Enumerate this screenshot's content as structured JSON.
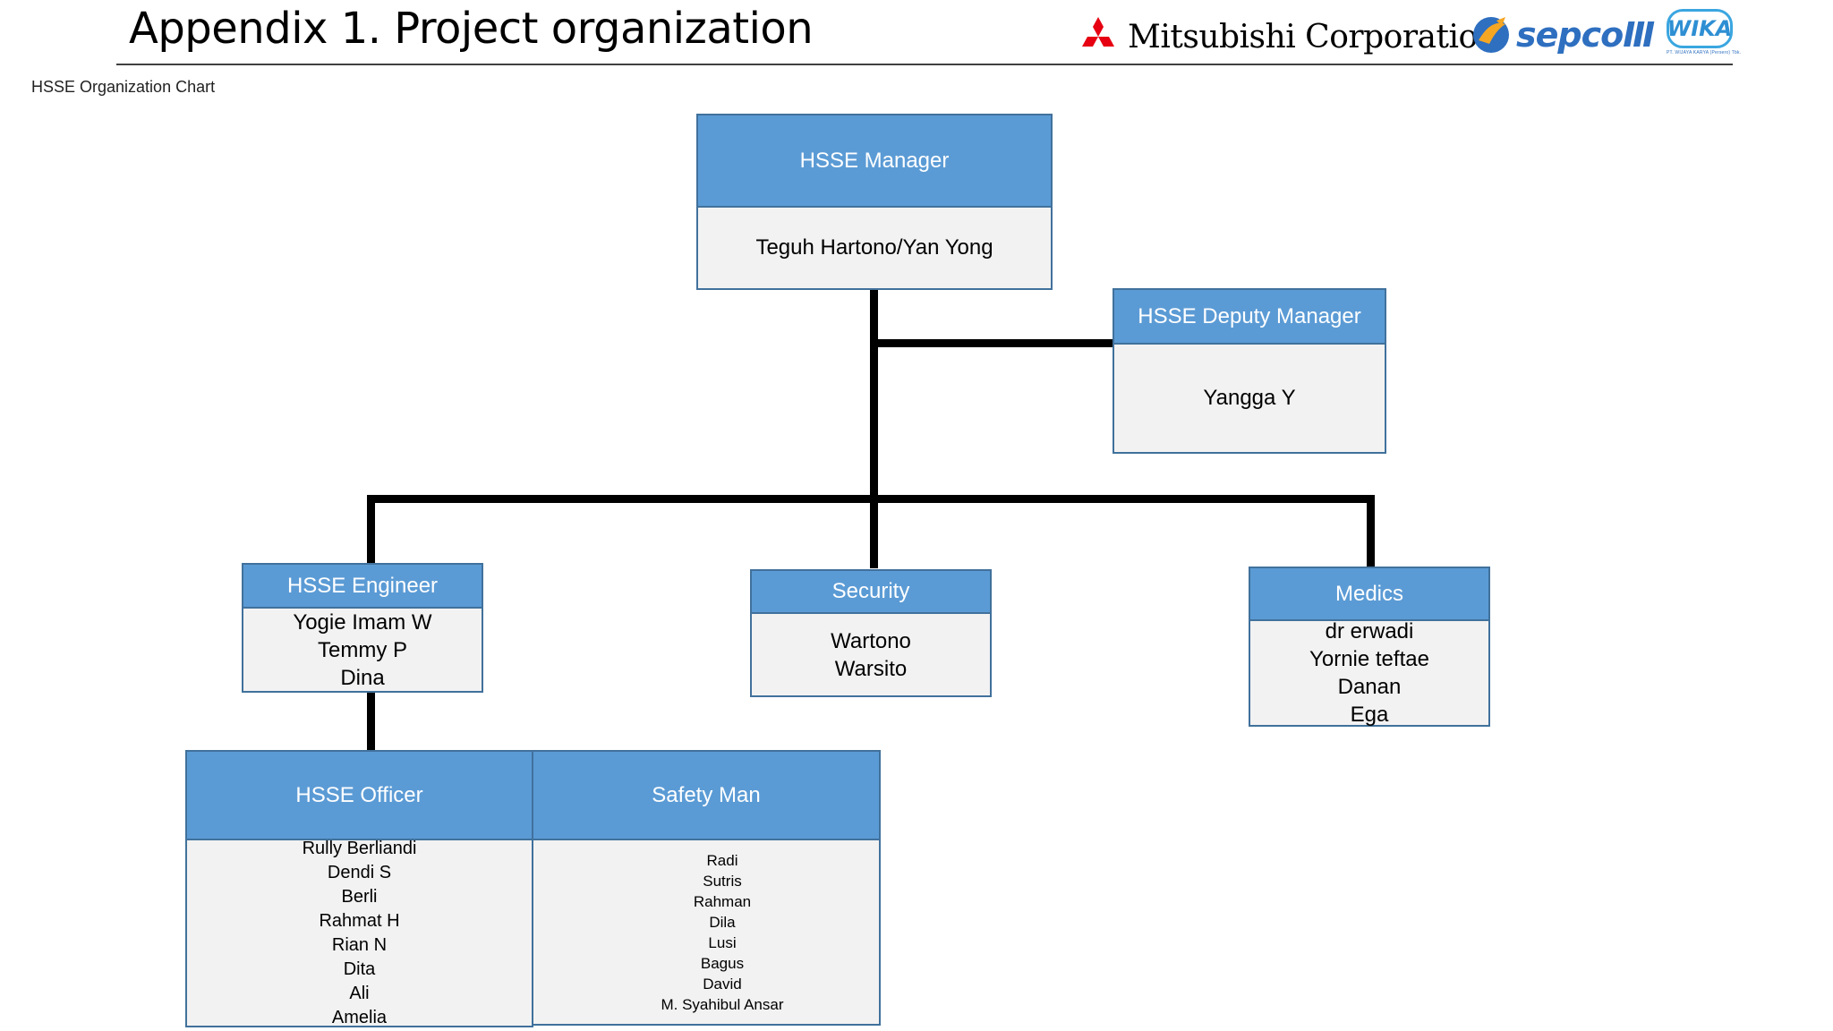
{
  "slide": {
    "title": "Appendix 1. Project organization",
    "subtitle": "HSSE Organization Chart"
  },
  "logos": {
    "mitsubishi": {
      "name": "Mitsubishi Corporation",
      "color": "#e60012"
    },
    "sepco": {
      "name": "sepcoⅢ",
      "color": "#2e6fc0"
    },
    "wika": {
      "name": "WIKA",
      "tagline": "PT. WIJAYA KARYA (Persero) Tbk.",
      "color": "#2e8fd3"
    }
  },
  "colors": {
    "header": "#5b9bd5",
    "border": "#41719c",
    "body": "#f2f2f2",
    "connector": "#000000"
  },
  "org": {
    "manager": {
      "title": "HSSE Manager",
      "names": [
        "Teguh Hartono/Yan Yong"
      ]
    },
    "deputy": {
      "title": "HSSE Deputy Manager",
      "names": [
        "Yangga Y"
      ]
    },
    "engineer": {
      "title": "HSSE Engineer",
      "names": [
        "Yogie Imam W",
        "Temmy P",
        "Dina"
      ]
    },
    "security": {
      "title": "Security",
      "names": [
        "Wartono",
        "Warsito"
      ]
    },
    "medics": {
      "title": "Medics",
      "names": [
        "dr erwadi",
        "Yornie teftae",
        "Danan",
        "Ega"
      ]
    },
    "officer": {
      "title": "HSSE Officer",
      "names": [
        "Rully Berliandi",
        "Dendi S",
        "Berli",
        "Rahmat H",
        "Rian N",
        "Dita",
        "Ali",
        "Amelia"
      ]
    },
    "safety": {
      "title": "Safety Man",
      "names": [
        "Radi",
        "Sutris",
        "Rahman",
        "Dila",
        "Lusi",
        "Bagus",
        "David",
        "M. Syahibul Ansar"
      ]
    }
  }
}
